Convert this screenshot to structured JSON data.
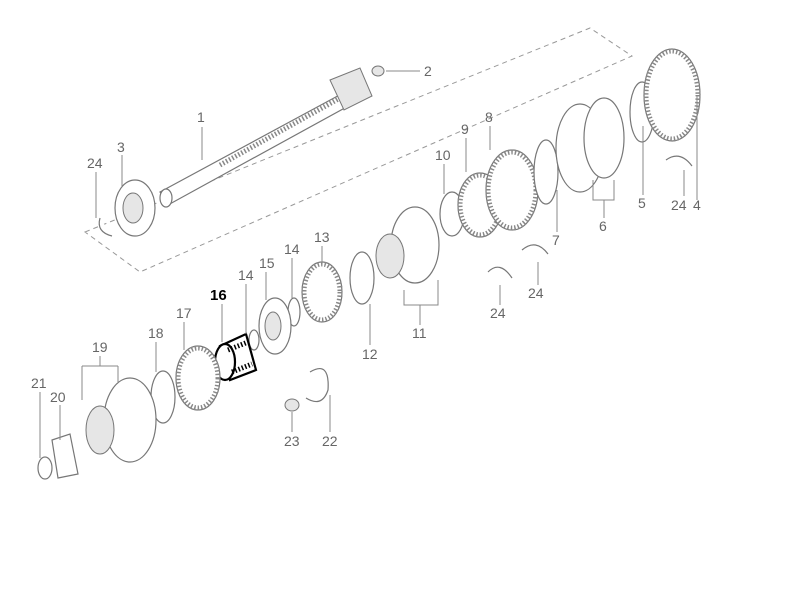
{
  "diagram": {
    "highlighted_part": "16",
    "colors": {
      "line": "#888888",
      "label": "#666666",
      "highlight": "#000000",
      "background": "#ffffff"
    },
    "labels": {
      "p1": "1",
      "p2": "2",
      "p3": "3",
      "p4": "4",
      "p5": "5",
      "p6": "6",
      "p7": "7",
      "p8": "8",
      "p9": "9",
      "p10": "10",
      "p11": "11",
      "p12": "12",
      "p13": "13",
      "p14a": "14",
      "p14b": "14",
      "p15": "15",
      "p16": "16",
      "p17": "17",
      "p18": "18",
      "p19": "19",
      "p20": "20",
      "p21": "21",
      "p22": "22",
      "p23": "23",
      "p24a": "24",
      "p24b": "24",
      "p24c": "24",
      "p24d": "24"
    }
  }
}
